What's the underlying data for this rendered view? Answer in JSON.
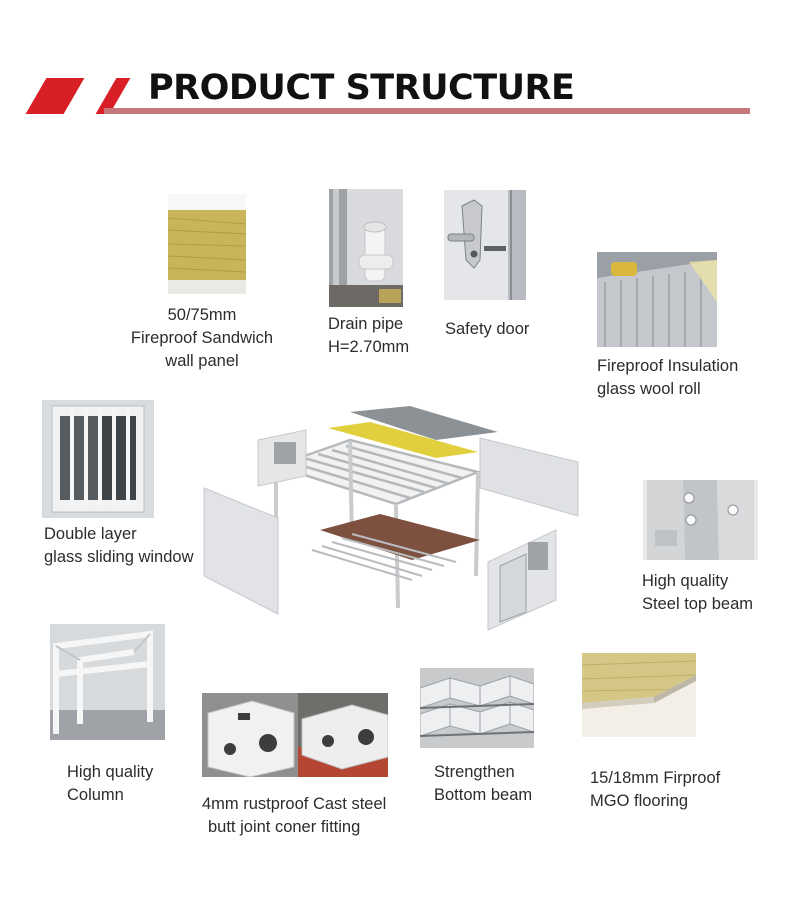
{
  "header": {
    "title": "PRODUCT STRUCTURE"
  },
  "colors": {
    "accent": "#d81f26",
    "rule": "#c4787b",
    "panel_white": "#e9ecef",
    "insulation_yellow": "#d8c878",
    "floor_brown": "#8a5a45"
  },
  "components": {
    "sandwich_panel": {
      "line1": "50/75mm",
      "line2": "Fireproof Sandwich",
      "line3": "wall panel",
      "icon": "sandwich-panel-photo"
    },
    "drain_pipe": {
      "line1": "Drain pipe",
      "line2": "H=2.70mm",
      "icon": "drain-pipe-photo"
    },
    "safety_door": {
      "line1": "Safety door",
      "icon": "door-handle-photo"
    },
    "insulation": {
      "line1": "Fireproof Insulation",
      "line2": "glass wool roll",
      "icon": "glass-wool-photo"
    },
    "window": {
      "line1": "Double layer",
      "line2": "glass sliding window",
      "icon": "sliding-window-photo"
    },
    "top_beam": {
      "line1": "High quality",
      "line2": "Steel top beam",
      "icon": "top-beam-photo"
    },
    "column": {
      "line1": "High quality",
      "line2": "Column",
      "icon": "column-frame-photo"
    },
    "corner_fitting": {
      "line1": "4mm rustproof Cast steel",
      "line2": "butt joint coner fitting",
      "icon": "corner-fitting-photo"
    },
    "bottom_beam": {
      "line1": "Strengthen",
      "line2": "Bottom beam",
      "icon": "bottom-beam-photo"
    },
    "flooring": {
      "line1": "15/18mm Firproof",
      "line2": "MGO flooring",
      "icon": "mgo-flooring-photo"
    }
  },
  "center_diagram": {
    "icon": "exploded-container-house-diagram"
  }
}
